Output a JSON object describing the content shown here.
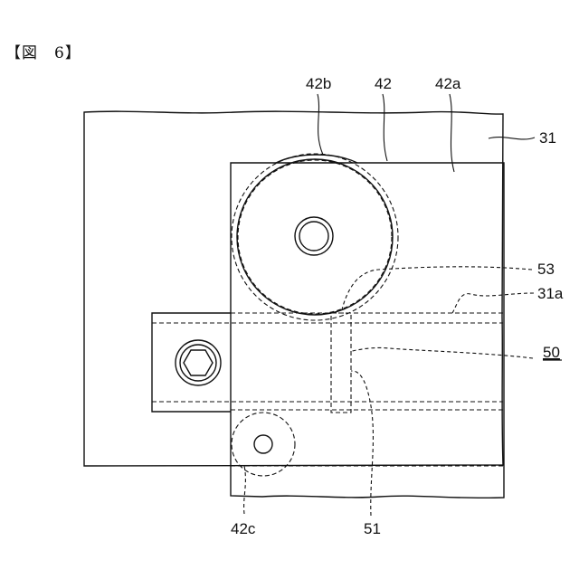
{
  "figure": {
    "title": "【図　6】",
    "labels": {
      "l42b": "42b",
      "l42": "42",
      "l42a": "42a",
      "l31": "31",
      "l53": "53",
      "l31a": "31a",
      "l50": "50",
      "l51": "51",
      "l42c": "42c"
    }
  }
}
